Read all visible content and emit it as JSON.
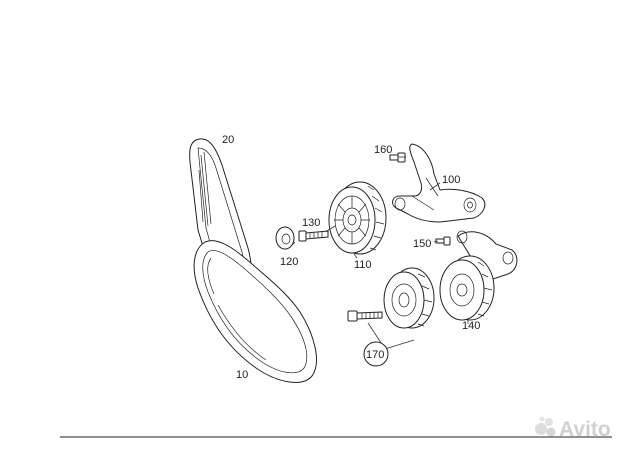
{
  "diagram": {
    "labels": {
      "belt_inner": "20",
      "belt_outer": "10",
      "bracket": "100",
      "pulley_large": "110",
      "cap": "120",
      "bolt_cap": "130",
      "tensioner": "140",
      "bolt_tensioner": "150",
      "bolt_bracket": "160",
      "idler_group": "170"
    }
  },
  "watermark": {
    "brand": "Avito",
    "logo_text": "Avito"
  }
}
